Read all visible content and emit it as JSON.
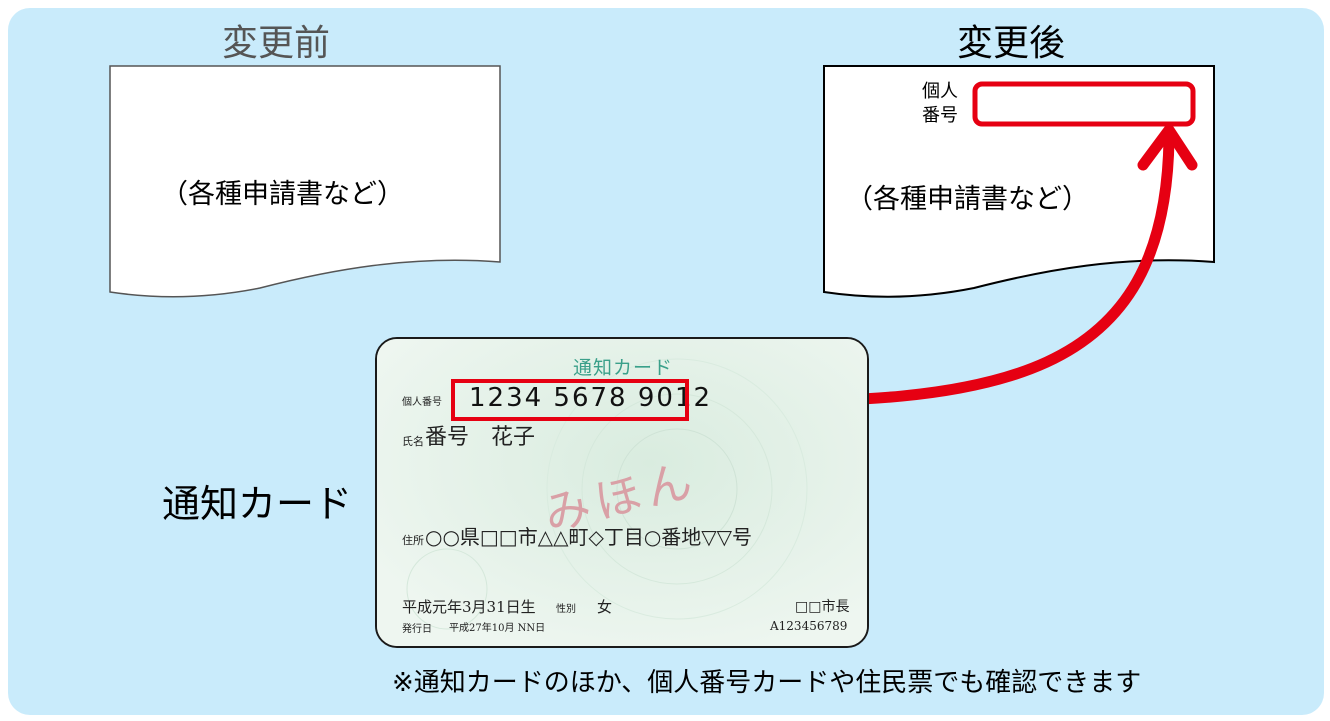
{
  "before": {
    "label": "変更前",
    "doc_text": "（各種申請書など）"
  },
  "after": {
    "label": "変更後",
    "doc_text": "（各種申請書など）",
    "field_label_line1": "個人",
    "field_label_line2": "番号"
  },
  "card": {
    "title": "通知カード",
    "number_label": "個人番号",
    "number": "1234  5678  9012",
    "name_label": "氏名",
    "name": "番号　花子",
    "sample_mark": "みほん",
    "address_label": "住所",
    "address": "○○県□□市△△町◇丁目○番地▽▽号",
    "birth": "平成元年3月31日生",
    "gender_label": "性別",
    "gender": "女",
    "issue_label": "発行日",
    "issue_date": "平成27年10月 NN日",
    "mayor": "□□市長",
    "serial": "A123456789"
  },
  "card_caption": "通知カード",
  "footnote": "※通知カードのほか、個人番号カードや住民票でも確認できます",
  "colors": {
    "background": "#c9ebfb",
    "highlight": "#e60012",
    "card": "#e6f1ea"
  }
}
